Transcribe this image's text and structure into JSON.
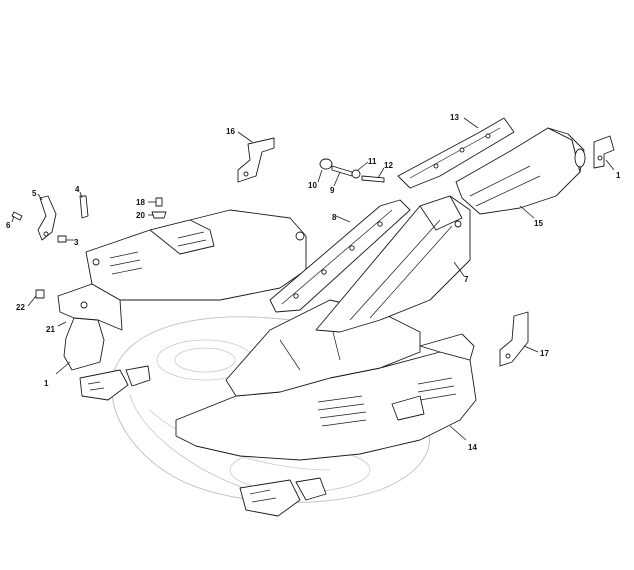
{
  "callouts": {
    "c1a": "1",
    "c1b": "1",
    "c3": "3",
    "c4": "4",
    "c5": "5",
    "c6": "6",
    "c7": "7",
    "c8": "8",
    "c9": "9",
    "c10": "10",
    "c11": "11",
    "c12": "12",
    "c13": "13",
    "c14": "14",
    "c15": "15",
    "c16": "16",
    "c17": "17",
    "c18": "18",
    "c20": "20",
    "c21": "21",
    "c22": "22"
  }
}
